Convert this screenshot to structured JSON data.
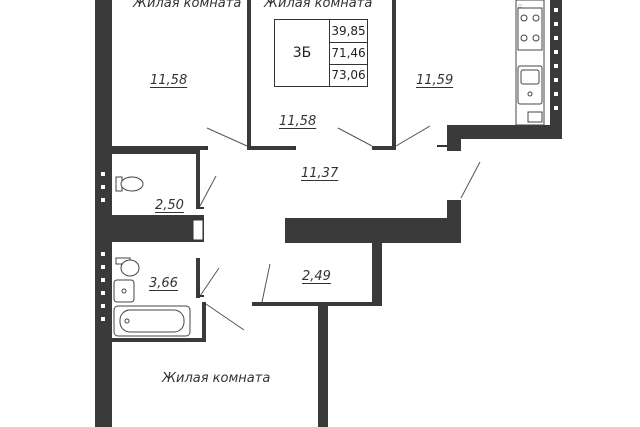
{
  "rooms": {
    "living_top_left": {
      "label": "Жилая комната",
      "area": "11,58"
    },
    "living_top_mid": {
      "label": "Жилая комната",
      "area": "11,58"
    },
    "kitchen": {
      "area": "11,59"
    },
    "hall": {
      "area": "11,37"
    },
    "wc": {
      "area": "2,50"
    },
    "bathroom": {
      "area": "3,66"
    },
    "storage": {
      "area": "2,49"
    },
    "living_bottom": {
      "label": "Жилая комната"
    }
  },
  "apartment": {
    "code": "3Б",
    "areas": [
      "39,85",
      "71,46",
      "73,06"
    ]
  },
  "colors": {
    "wall": "#3a3a3a",
    "line": "#555555"
  }
}
